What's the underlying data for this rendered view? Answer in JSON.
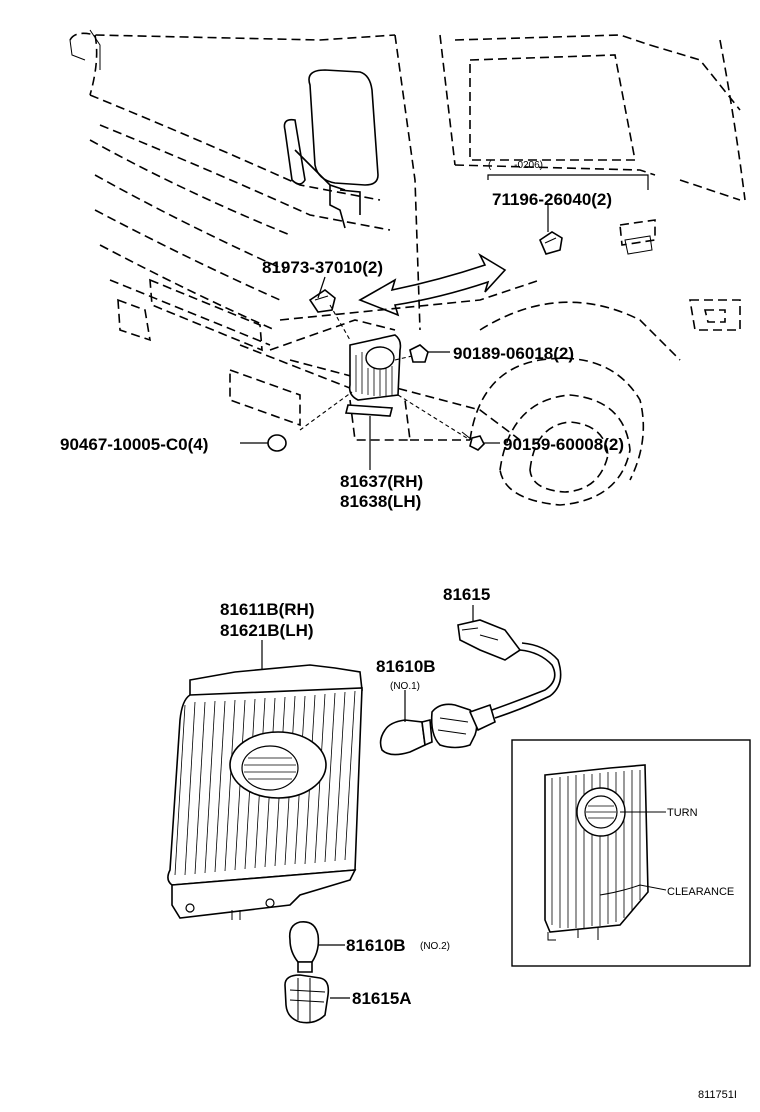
{
  "labels": {
    "date_note": "(　　 -0206)",
    "p71196": "71196-26040(2)",
    "p81973": "81973-37010(2)",
    "p90189": "90189-06018(2)",
    "p90467": "90467-10005-C0(4)",
    "p90159": "90159-60008(2)",
    "p81637": "81637(RH)",
    "p81638": "81638(LH)",
    "p81611b": "81611B(RH)",
    "p81621b": "81621B(LH)",
    "p81615": "81615",
    "p81610b_top": "81610B",
    "no1": "(NO.1)",
    "p81610b_bottom": "81610B",
    "no2": "(NO.2)",
    "p81615a": "81615A",
    "turn": "TURN",
    "clearance": "CLEARANCE",
    "figure_id": "811751I"
  },
  "icons": [
    "truck-cab-outline",
    "indicator-lamp",
    "bulb",
    "socket",
    "clip",
    "screw",
    "grommet",
    "direction-arrow"
  ]
}
